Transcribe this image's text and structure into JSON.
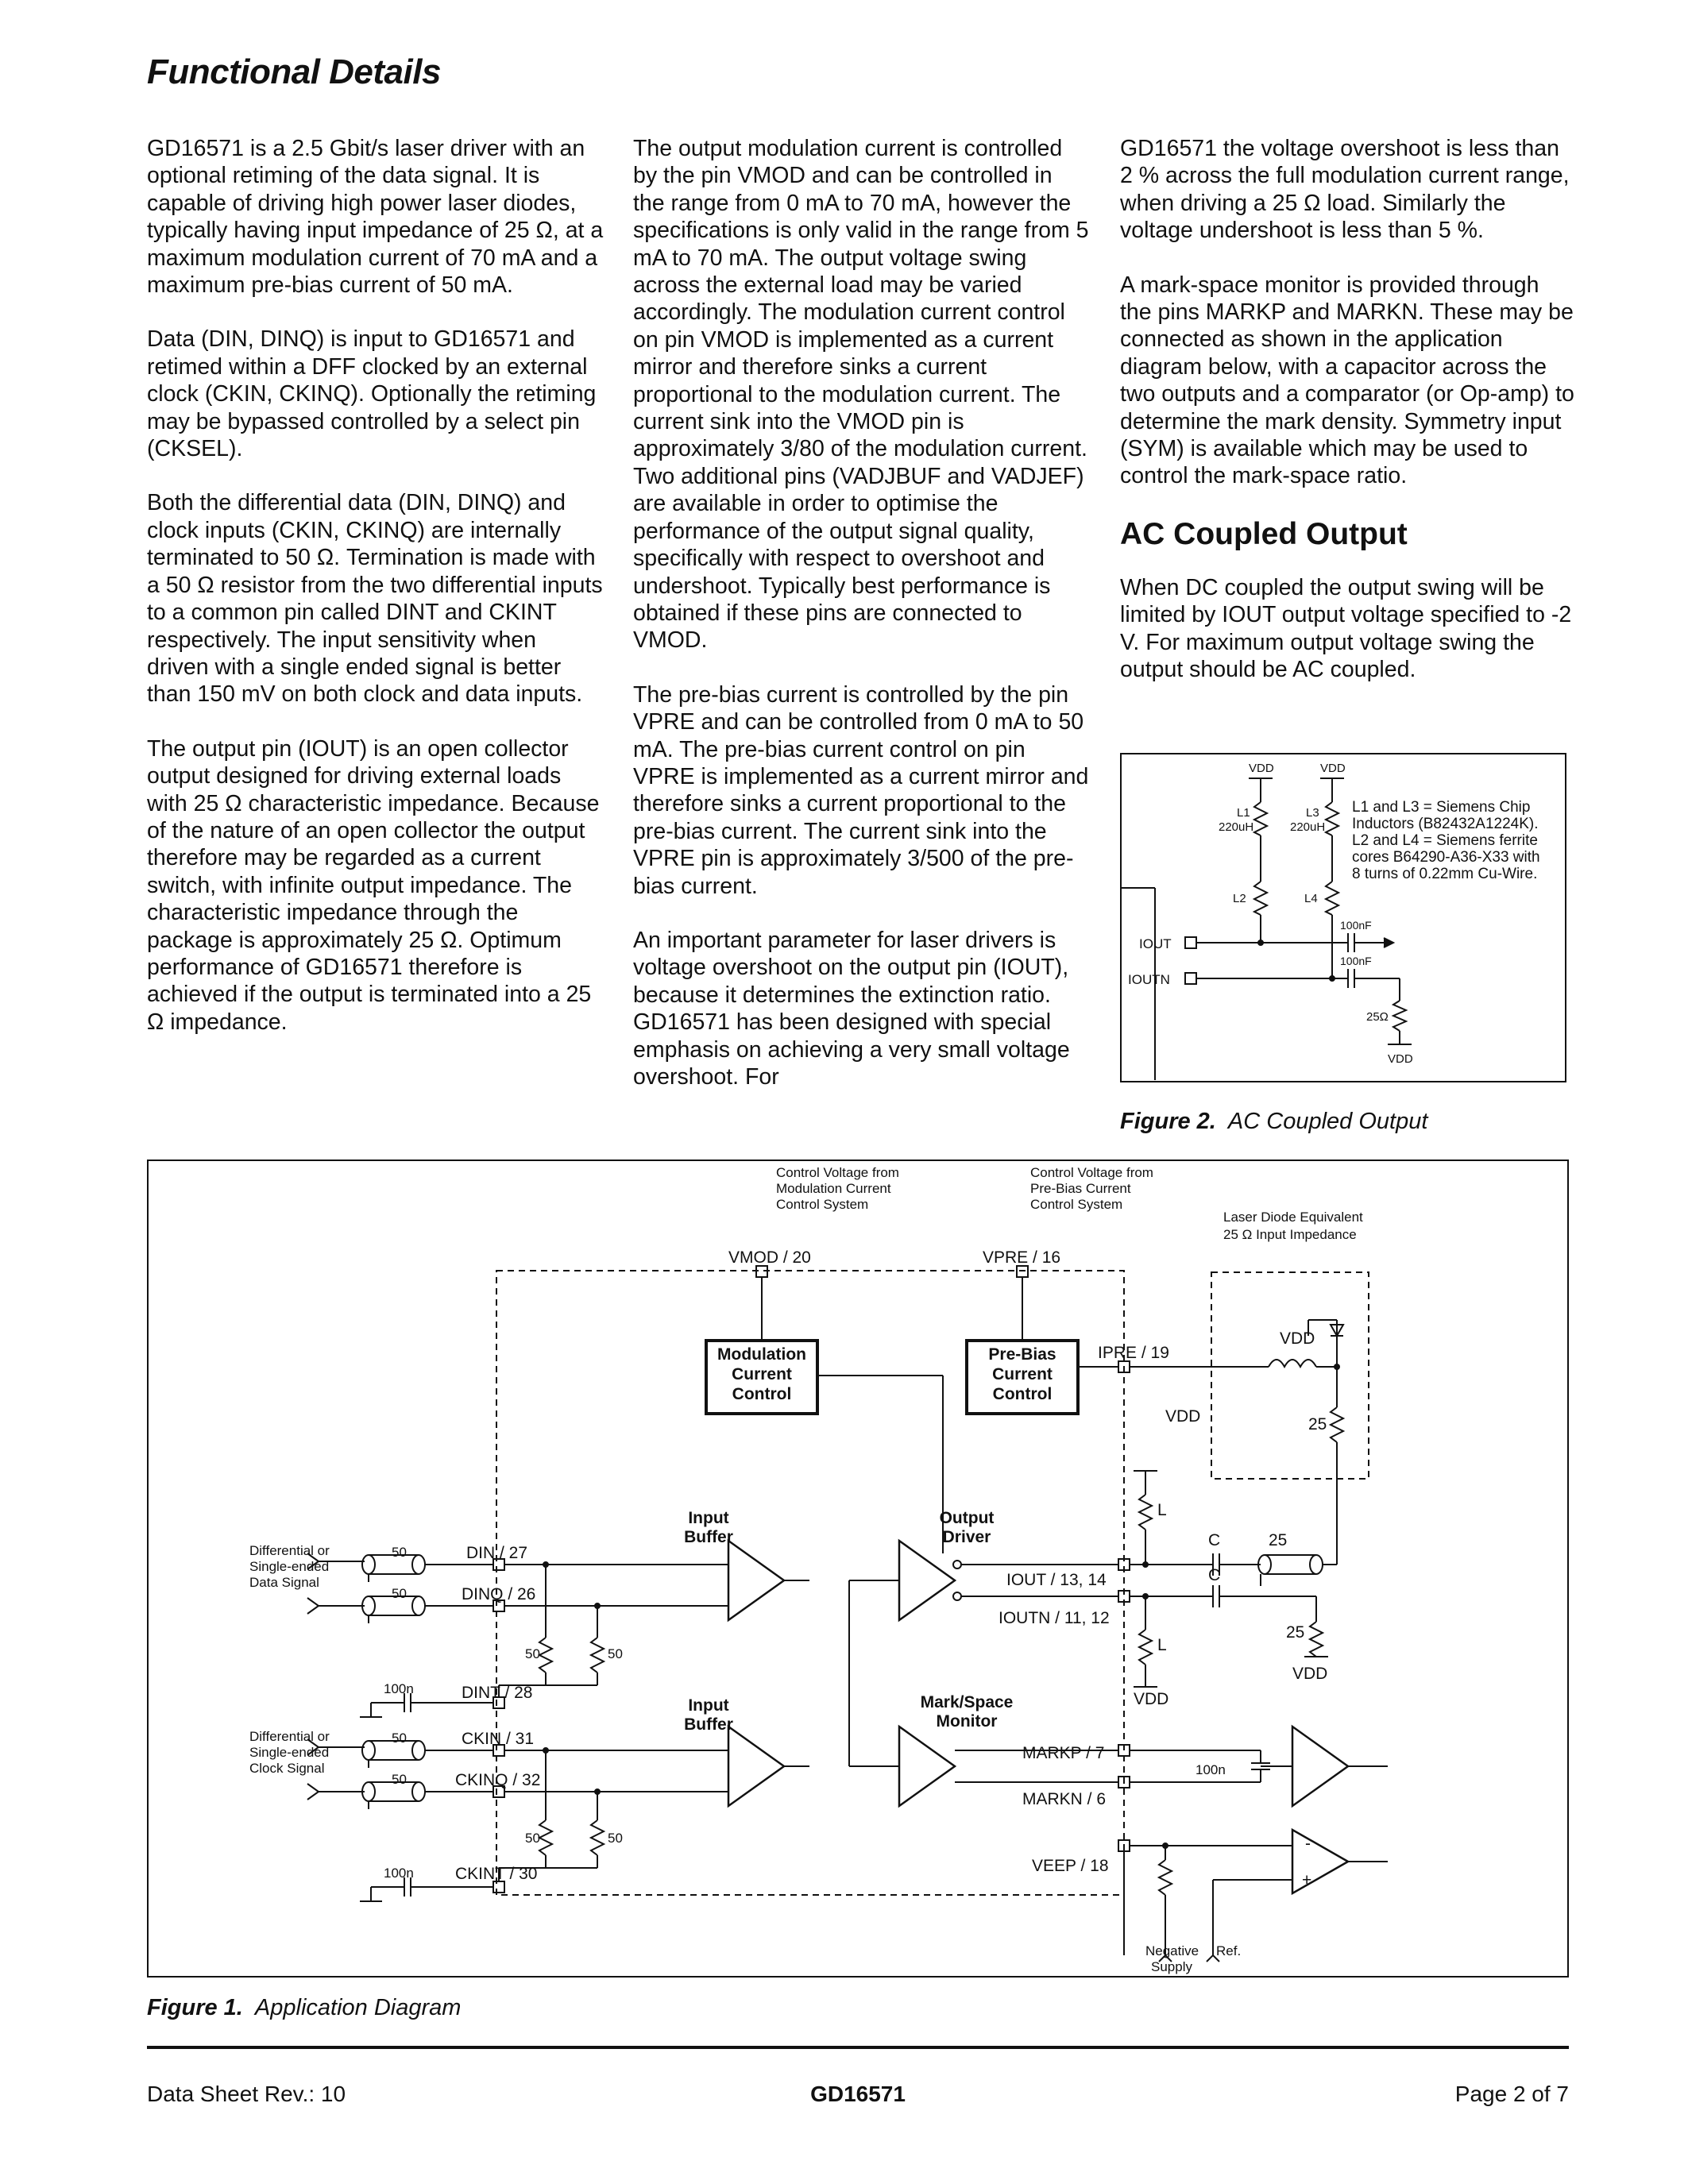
{
  "title": "Functional Details",
  "col1": [
    "GD16571 is a 2.5 Gbit/s laser driver with an optional retiming of the data signal. It is capable of driving high power laser diodes, typically having input impedance of 25 Ω, at a maximum modulation current of 70 mA and a maximum pre-bias current of 50 mA.",
    "Data (DIN, DINQ) is input to GD16571 and retimed within a DFF clocked by an external clock (CKIN, CKINQ). Optionally the retiming may be bypassed controlled by a select pin (CKSEL).",
    "Both the differential data (DIN, DINQ) and clock inputs (CKIN, CKINQ) are internally terminated to 50 Ω. Termination is made with a 50 Ω resistor from the two differential inputs to a common pin called DINT and CKINT respectively. The input sensitivity when driven with a single ended signal is better than 150 mV on both clock and data inputs.",
    "The output pin (IOUT) is an open collector output designed for driving external loads with 25 Ω characteristic impedance. Because of the nature of an open collector the output therefore may be regarded as a current switch, with infinite output impedance. The characteristic impedance through the package is approximately 25 Ω. Optimum performance of GD16571 therefore is achieved if the output is terminated into a 25 Ω impedance."
  ],
  "col2": [
    "The output modulation current is controlled by the pin VMOD and can be controlled in the range from 0 mA to 70 mA, however the specifications is only valid in the range from 5 mA to 70 mA. The output voltage swing across the external load may be varied accordingly. The modulation current control on pin VMOD is implemented as a current mirror and therefore sinks a current proportional to the modulation current. The current sink into the VMOD pin is approximately 3/80 of the modulation current. Two additional pins (VADJBUF and VADJEF) are available in order to optimise the performance of the output signal quality, specifically with respect to overshoot and undershoot. Typically best performance is obtained if these pins are connected to VMOD.",
    "The pre-bias current is controlled by the pin VPRE and can be controlled from 0 mA to 50 mA. The pre-bias current control on pin VPRE is implemented as a current mirror and therefore sinks a current proportional to the pre-bias current. The current sink into the VPRE pin is approximately 3/500 of the pre-bias current.",
    "An important parameter for laser drivers is voltage overshoot on the output pin (IOUT), because it determines the extinction ratio. GD16571 has been designed with special emphasis on achieving a very small voltage overshoot. For"
  ],
  "col3": [
    "GD16571 the voltage overshoot is less than 2 % across the full modulation current range, when driving a 25 Ω load. Similarly the voltage undershoot is less than 5 %.",
    "A mark-space monitor is provided through the pins MARKP and MARKN. These may be connected as shown in the application diagram below, with a capacitor across the two outputs and a comparator (or Op-amp) to determine the mark density. Symmetry input (SYM) is available which may be used to control the mark-space ratio."
  ],
  "section2_heading": "AC Coupled Output",
  "section2_text": "When DC coupled the output swing will be limited by IOUT output voltage specified to -2 V. For maximum output voltage swing the output should be AC coupled.",
  "fig2": {
    "vdd1": "VDD",
    "vdd2": "VDD",
    "vdd3": "VDD",
    "l1": "L1",
    "l1_val": "220uH",
    "l3": "L3",
    "l3_val": "220uH",
    "l2": "L2",
    "l4": "L4",
    "note1": "L1 and L3 = Siemens Chip",
    "note2": "Inductors (B82432A1224K).",
    "note3": "L2 and L4 = Siemens ferrite",
    "note4": "cores B64290-A36-X33 with",
    "note5": "8 turns of 0.22mm Cu-Wire.",
    "iout": "IOUT",
    "ioutn": "IOUTN",
    "cap1": "100nF",
    "cap2": "100nF",
    "res": "25Ω"
  },
  "fig2_caption_label": "Figure 2.",
  "fig2_caption_text": "AC Coupled Output",
  "fig1": {
    "ctrl_mod_1": "Control Voltage from",
    "ctrl_mod_2": "Modulation Current",
    "ctrl_mod_3": "Control System",
    "ctrl_pre_1": "Control Voltage from",
    "ctrl_pre_2": "Pre-Bias Current",
    "ctrl_pre_3": "Control System",
    "vmod": "VMOD / 20",
    "vpre": "VPRE / 16",
    "laser_1": "Laser Diode Equivalent",
    "laser_2": "25 Ω Input Impedance",
    "mod_1": "Modulation",
    "mod_2": "Current",
    "mod_3": "Control",
    "pre_1": "Pre-Bias",
    "pre_2": "Current",
    "pre_3": "Control",
    "ipre": "IPRE / 19",
    "vdd_a": "VDD",
    "vdd_b": "VDD",
    "vdd_c": "VDD",
    "vdd_d": "VDD",
    "r25_a": "25",
    "r25_b": "25",
    "r25_c": "25",
    "l_a": "L",
    "l_b": "L",
    "c_a": "C",
    "c_b": "C",
    "inbuf_1": "Input",
    "inbuf_2": "Buffer",
    "inbuf2_1": "Input",
    "inbuf2_2": "Buffer",
    "outdrv_1": "Output",
    "outdrv_2": "Driver",
    "ms_1": "Mark/Space",
    "ms_2": "Monitor",
    "data_sig_1": "Differential or",
    "data_sig_2": "Single-ended",
    "data_sig_3": "Data Signal",
    "clk_sig_1": "Differential or",
    "clk_sig_2": "Single-ended",
    "clk_sig_3": "Clock Signal",
    "r50_1": "50",
    "r50_2": "50",
    "r50_3": "50",
    "r50_4": "50",
    "r50_5": "50",
    "r50_6": "50",
    "r50_7": "50",
    "r50_8": "50",
    "c100n_1": "100n",
    "c100n_2": "100n",
    "c100n_3": "100n",
    "din": "DIN / 27",
    "dinq": "DINQ / 26",
    "dint": "DINT / 28",
    "ckin": "CKIN / 31",
    "ckinq": "CKINQ / 32",
    "ckint": "CKINT / 30",
    "iout": "IOUT / 13, 14",
    "ioutn": "IOUTN / 11, 12",
    "markp": "MARKP / 7",
    "markn": "MARKN / 6",
    "veep": "VEEP / 18",
    "neg_1": "Negative",
    "neg_2": "Supply",
    "ref": "Ref.",
    "minus": "-",
    "plus": "+"
  },
  "fig1_caption_label": "Figure 1.",
  "fig1_caption_text": "Application Diagram",
  "footer": {
    "left": "Data Sheet Rev.: 10",
    "center": "GD16571",
    "right": "Page 2 of 7"
  }
}
